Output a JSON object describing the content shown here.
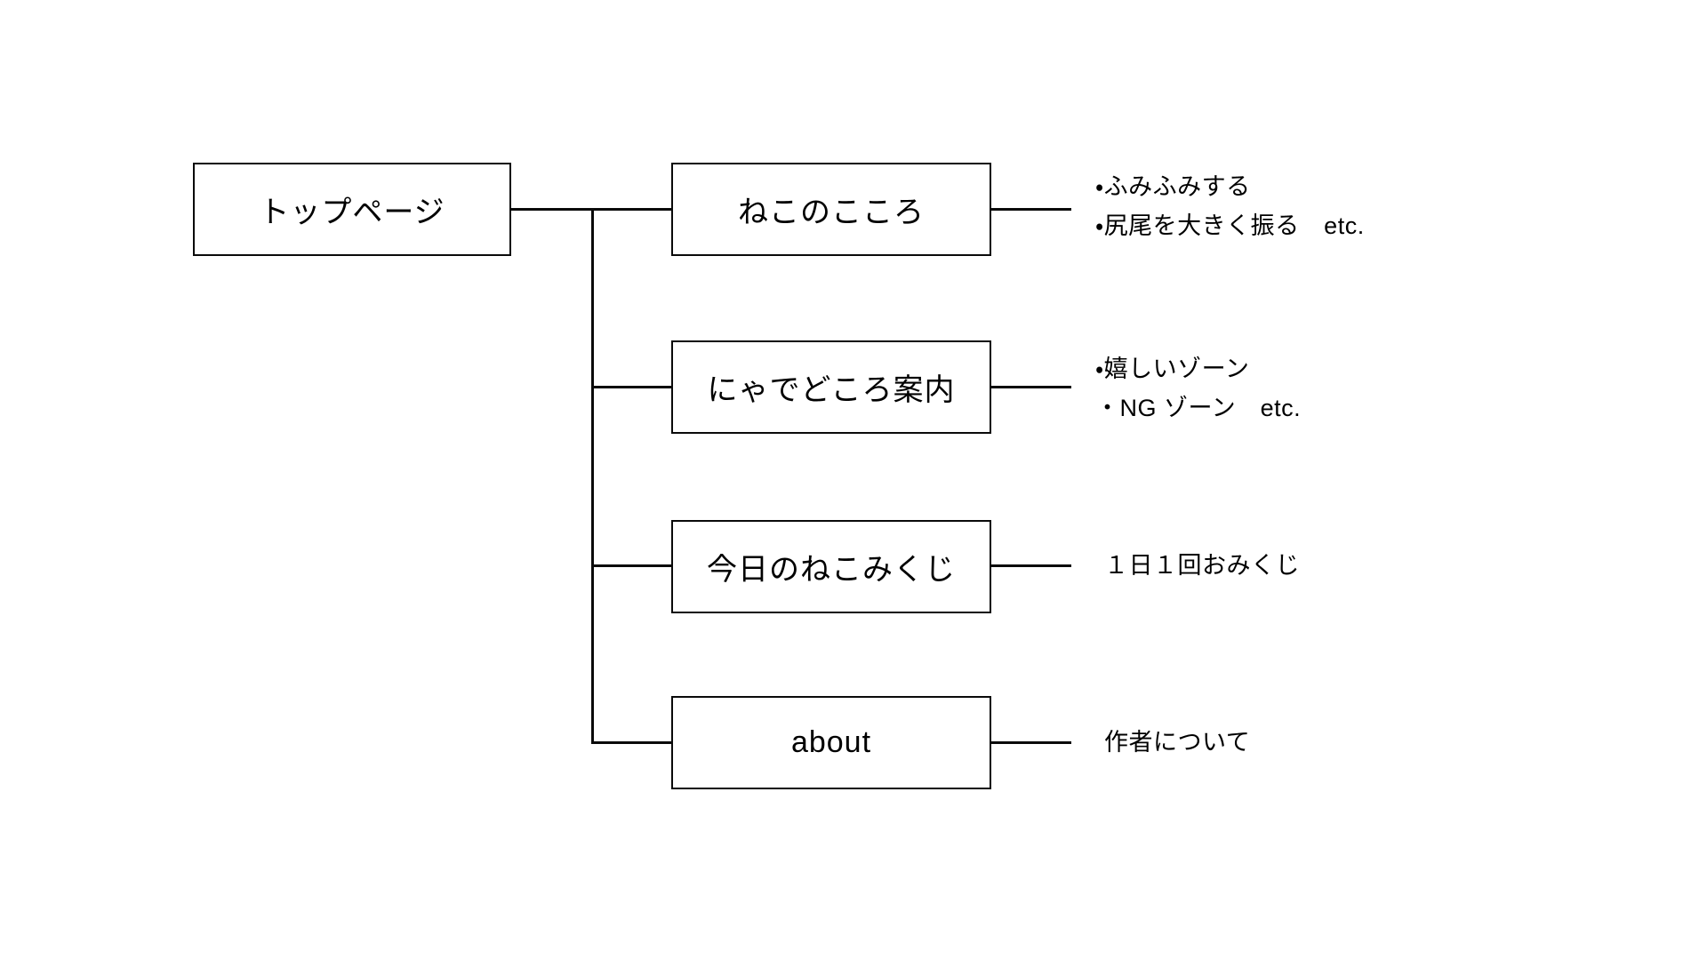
{
  "diagram": {
    "type": "sitemap-tree",
    "colors": {
      "background": "#ffffff",
      "line": "#0a0a0a",
      "box_border": "#0a0a0a",
      "text": "#000000"
    },
    "root": {
      "label": "トップページ"
    },
    "children": [
      {
        "label": "ねこのこころ",
        "notes": [
          "・ふみふみする",
          "・尻尾を大きく振る　etc."
        ]
      },
      {
        "label": "にゃでどころ案内",
        "notes": [
          "・嬉しいゾーン",
          "・NG ゾーン　etc."
        ]
      },
      {
        "label": "今日のねこみくじ",
        "notes": [
          "１日１回おみくじ"
        ]
      },
      {
        "label": "about",
        "notes": [
          "作者について"
        ]
      }
    ]
  }
}
